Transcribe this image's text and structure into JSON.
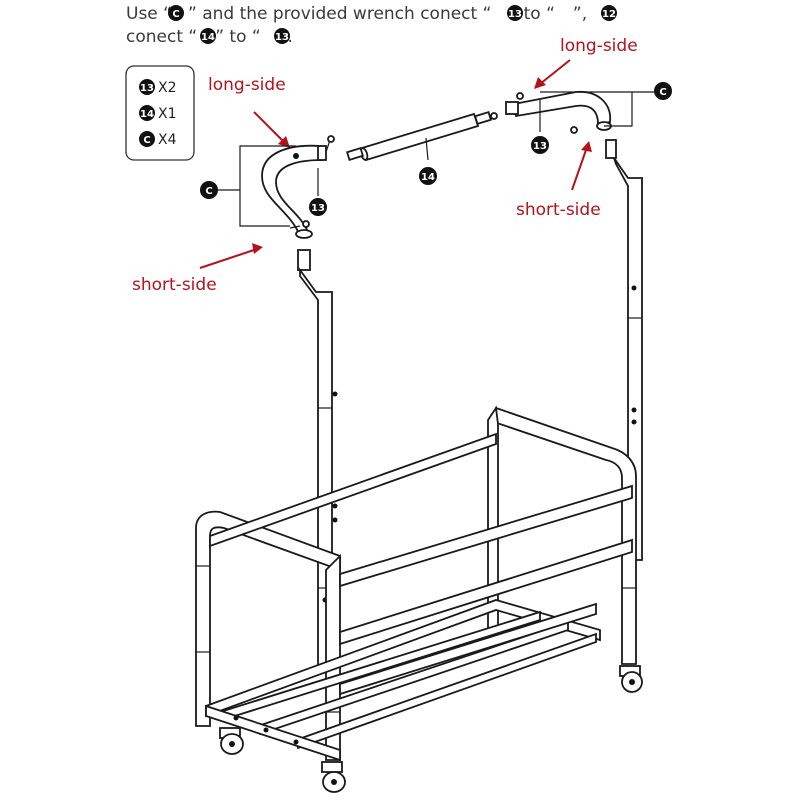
{
  "instruction": {
    "line1_prefix": "Use “",
    "line1_mid": "” and the provided wrench conect “",
    "line1_mid2": "” to “",
    "line1_suffix": "”,",
    "line2_prefix": "conect “",
    "line2_mid": "” to “",
    "line2_suffix": "”.",
    "badge_c": "C",
    "badge_13": "13",
    "badge_12": "12",
    "badge_14": "14"
  },
  "parts_box": {
    "items": [
      {
        "badge": "13",
        "qty": "X2"
      },
      {
        "badge": "14",
        "qty": "X1"
      },
      {
        "badge": "C",
        "qty": "X4"
      }
    ]
  },
  "callouts": {
    "long_side_left": "long-side",
    "long_side_right": "long-side",
    "short_side_left": "short-side",
    "short_side_right": "short-side"
  },
  "part_labels": {
    "left_elbow": "13",
    "right_elbow": "13",
    "top_bar": "14",
    "bolt_left": "C",
    "bolt_right": "C"
  },
  "colors": {
    "callout": "#b3121b",
    "line": "#1a1a1a",
    "badge": "#111111"
  }
}
